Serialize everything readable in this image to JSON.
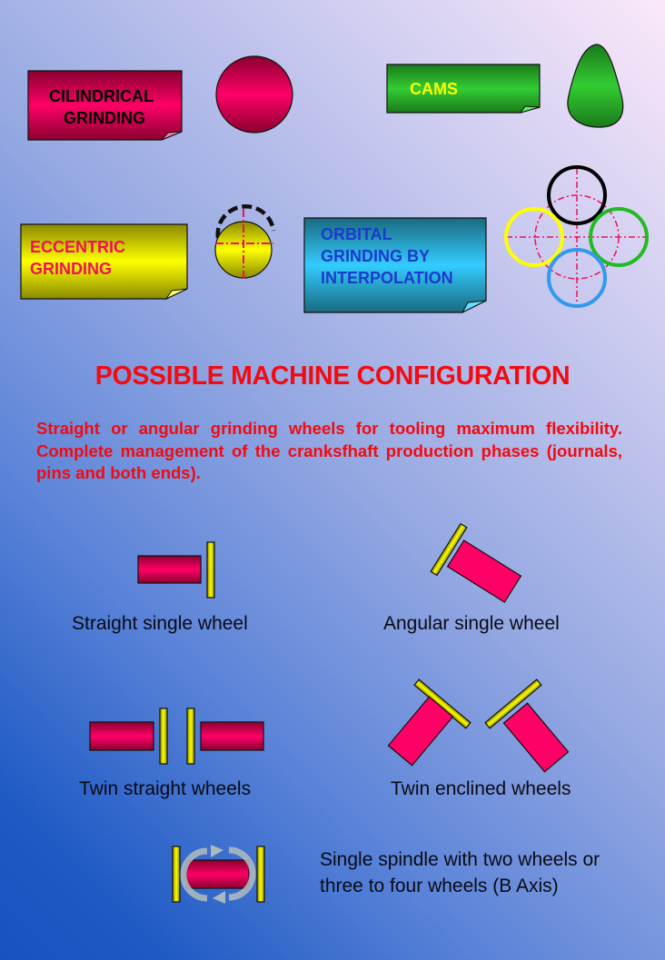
{
  "grinding_types": [
    {
      "id": "cilindrical",
      "lines": [
        "CILINDRICAL",
        "GRINDING"
      ],
      "box_color": "#f0105a",
      "text_color": "#000000",
      "shape": "circle"
    },
    {
      "id": "cams",
      "lines": [
        "CAMS"
      ],
      "box_color": "#2fcf2f",
      "text_color": "#ffff00",
      "shape": "cam-profile"
    },
    {
      "id": "eccentric",
      "lines": [
        "ECCENTRIC",
        "GRINDING"
      ],
      "box_color": "#ffff00",
      "text_color": "#f0105a",
      "shape": "eccentric-circle"
    },
    {
      "id": "orbital",
      "lines": [
        "ORBITAL",
        "GRINDING BY",
        "INTERPOLATION"
      ],
      "box_color": "#33ccff",
      "text_color": "#1a3ccc",
      "shape": "orbital-circles"
    }
  ],
  "orbital_circle_colors": {
    "top": "#000000",
    "left": "#ffff00",
    "right": "#22bb22",
    "bottom": "#3399ee",
    "center_guides": "#f0105a"
  },
  "section": {
    "title": "POSSIBLE MACHINE CONFIGURATION",
    "description": "Straight or angular grinding wheels for tooling maximum flexibility. Complete management of the cranksfhaft production phases (journals, pins and both ends).",
    "title_color": "#f40a10"
  },
  "configurations": [
    {
      "id": "straight-single",
      "caption": "Straight single wheel"
    },
    {
      "id": "angular-single",
      "caption": "Angular single wheel"
    },
    {
      "id": "twin-straight",
      "caption": "Twin straight wheels"
    },
    {
      "id": "twin-enclined",
      "caption": "Twin enclined wheels"
    },
    {
      "id": "single-spindle-b-axis",
      "caption_lines": [
        "Single spindle with two wheels or",
        "three to four wheels (B Axis)"
      ]
    }
  ],
  "colors": {
    "spindle": "#ff0066",
    "wheel": "#ffff00"
  }
}
